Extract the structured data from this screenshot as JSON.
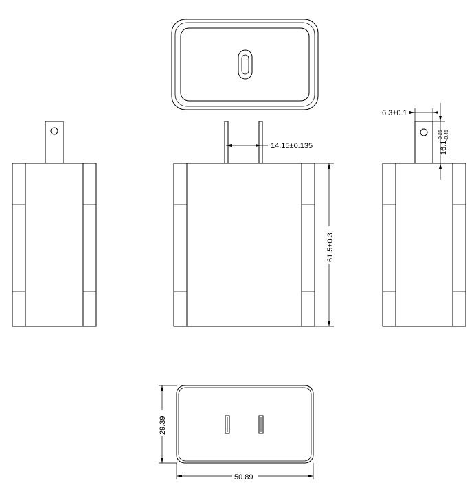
{
  "dimensions": {
    "pin_spacing": "14.15±0.135",
    "body_height": "61.5±0.3",
    "pin_width": "6.3±0.1",
    "pin_length": "16.1",
    "pin_length_tol_upper": "0.25",
    "pin_length_tol_lower": "-0.45",
    "base_height": "29.39",
    "base_width": "50.89"
  }
}
